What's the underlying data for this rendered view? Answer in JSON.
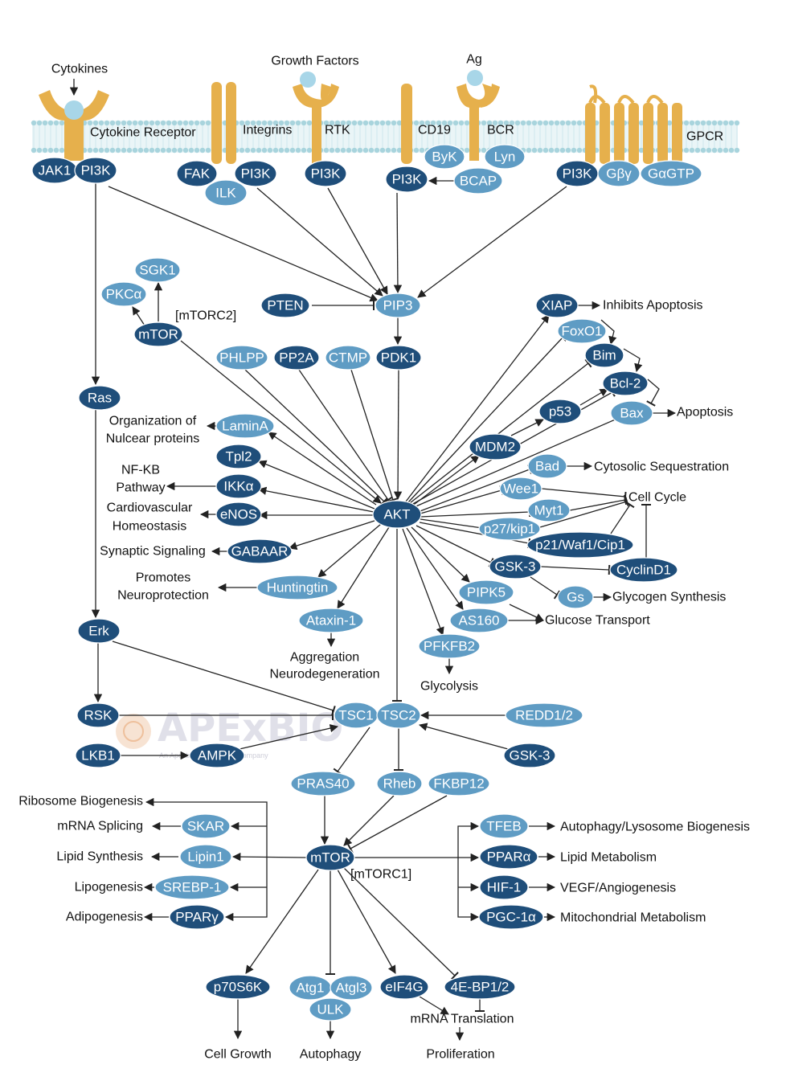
{
  "colors": {
    "dark": "#1f4e7a",
    "light": "#5f9cc4",
    "receptor": "#e6b04c",
    "ligand": "#a8d6e8",
    "membrane": "#a8d4dd"
  },
  "watermark": {
    "brand": "APExBIO",
    "tagline": "An Apexbio Epigenetics Company"
  },
  "labels": {
    "cytokines": "Cytokines",
    "cytokine_receptor": "Cytokine Receptor",
    "growth_factors": "Growth Factors",
    "integrins": "Integrins",
    "rtk": "RTK",
    "ag": "Ag",
    "cd19": "CD19",
    "bcr": "BCR",
    "gpcr": "GPCR",
    "mtorc2": "[mTORC2]",
    "mtorc1": "[mTORC1]",
    "org_nuclear_1": "Organization of",
    "org_nuclear_2": "Nulcear proteins",
    "nfkb_1": "NF-KB",
    "nfkb_2": "Pathway",
    "cardio_1": "Cardiovascular",
    "cardio_2": "Homeostasis",
    "synaptic": "Synaptic Signaling",
    "neuroprot_1": "Promotes",
    "neuroprot_2": "Neuroprotection",
    "aggregation_1": "Aggregation",
    "aggregation_2": "Neurodegeneration",
    "glycolysis": "Glycolysis",
    "glucose_transport": "Glucose Transport",
    "glycogen_synthesis": "Glycogen Synthesis",
    "inhibits_apoptosis": "Inhibits Apoptosis",
    "apoptosis": "Apoptosis",
    "cytosolic_seq": "Cytosolic Sequestration",
    "cell_cycle": "Cell Cycle",
    "ribosome": "Ribosome Biogenesis",
    "mrna_splicing": "mRNA Splicing",
    "lipid_synthesis": "Lipid Synthesis",
    "lipogenesis": "Lipogenesis",
    "adipogenesis": "Adipogenesis",
    "autophagy_lyso": "Autophagy/Lysosome Biogenesis",
    "lipid_metabolism": "Lipid Metabolism",
    "vegf": "VEGF/Angiogenesis",
    "mito": "Mitochondrial Metabolism",
    "cell_growth": "Cell Growth",
    "autophagy": "Autophagy",
    "mrna_translation": "mRNA Translation",
    "proliferation": "Proliferation"
  },
  "nodes": {
    "jak1": "JAK1",
    "pi3k_1": "PI3K",
    "fak": "FAK",
    "pi3k_2": "PI3K",
    "ilk": "ILK",
    "pi3k_3": "PI3K",
    "byk": "ByK",
    "lyn": "Lyn",
    "pi3k_4": "PI3K",
    "bcap": "BCAP",
    "pi3k_5": "PI3K",
    "gby": "Gβγ",
    "gagtp": "GαGTP",
    "sgk1": "SGK1",
    "pkca": "PKCα",
    "mtor2": "mTOR",
    "pten": "PTEN",
    "pip3": "PIP3",
    "phlpp": "PHLPP",
    "pp2a": "PP2A",
    "ctmp": "CTMP",
    "pdk1": "PDK1",
    "xiap": "XIAP",
    "foxo1": "FoxO1",
    "bim": "Bim",
    "bcl2": "Bcl-2",
    "p53": "p53",
    "bax": "Bax",
    "mdm2": "MDM2",
    "bad": "Bad",
    "wee1": "Wee1",
    "myt1": "Myt1",
    "p27": "p27/kip1",
    "p21": "p21/Waf1/Cip1",
    "gsk3a": "GSK-3",
    "cyclind1": "CyclinD1",
    "gs": "Gs",
    "pipk5": "PIPK5",
    "as160": "AS160",
    "pfkfb2": "PFKFB2",
    "ras": "Ras",
    "lamina": "LaminA",
    "tpl2": "Tpl2",
    "ikka": "IKKα",
    "enos": "eNOS",
    "gabaar": "GABAAR",
    "huntingtin": "Huntingtin",
    "ataxin1": "Ataxin-1",
    "akt": "AKT",
    "erk": "Erk",
    "rsk": "RSK",
    "lkb1": "LKB1",
    "ampk": "AMPK",
    "tsc1": "TSC1",
    "tsc2": "TSC2",
    "redd": "REDD1/2",
    "gsk3b": "GSK-3",
    "pras40": "PRAS40",
    "rheb": "Rheb",
    "fkbp12": "FKBP12",
    "mtor1": "mTOR",
    "skar": "SKAR",
    "lipin1": "Lipin1",
    "srebp1": "SREBP-1",
    "pparg": "PPARγ",
    "tfeb": "TFEB",
    "ppara": "PPARα",
    "hif1": "HIF-1",
    "pgc1a": "PGC-1α",
    "p70s6k": "p70S6K",
    "atg1": "Atg1",
    "atg13": "Atgl3",
    "ulk": "ULK",
    "eif4g": "eIF4G",
    "ebp": "4E-BP1/2"
  }
}
